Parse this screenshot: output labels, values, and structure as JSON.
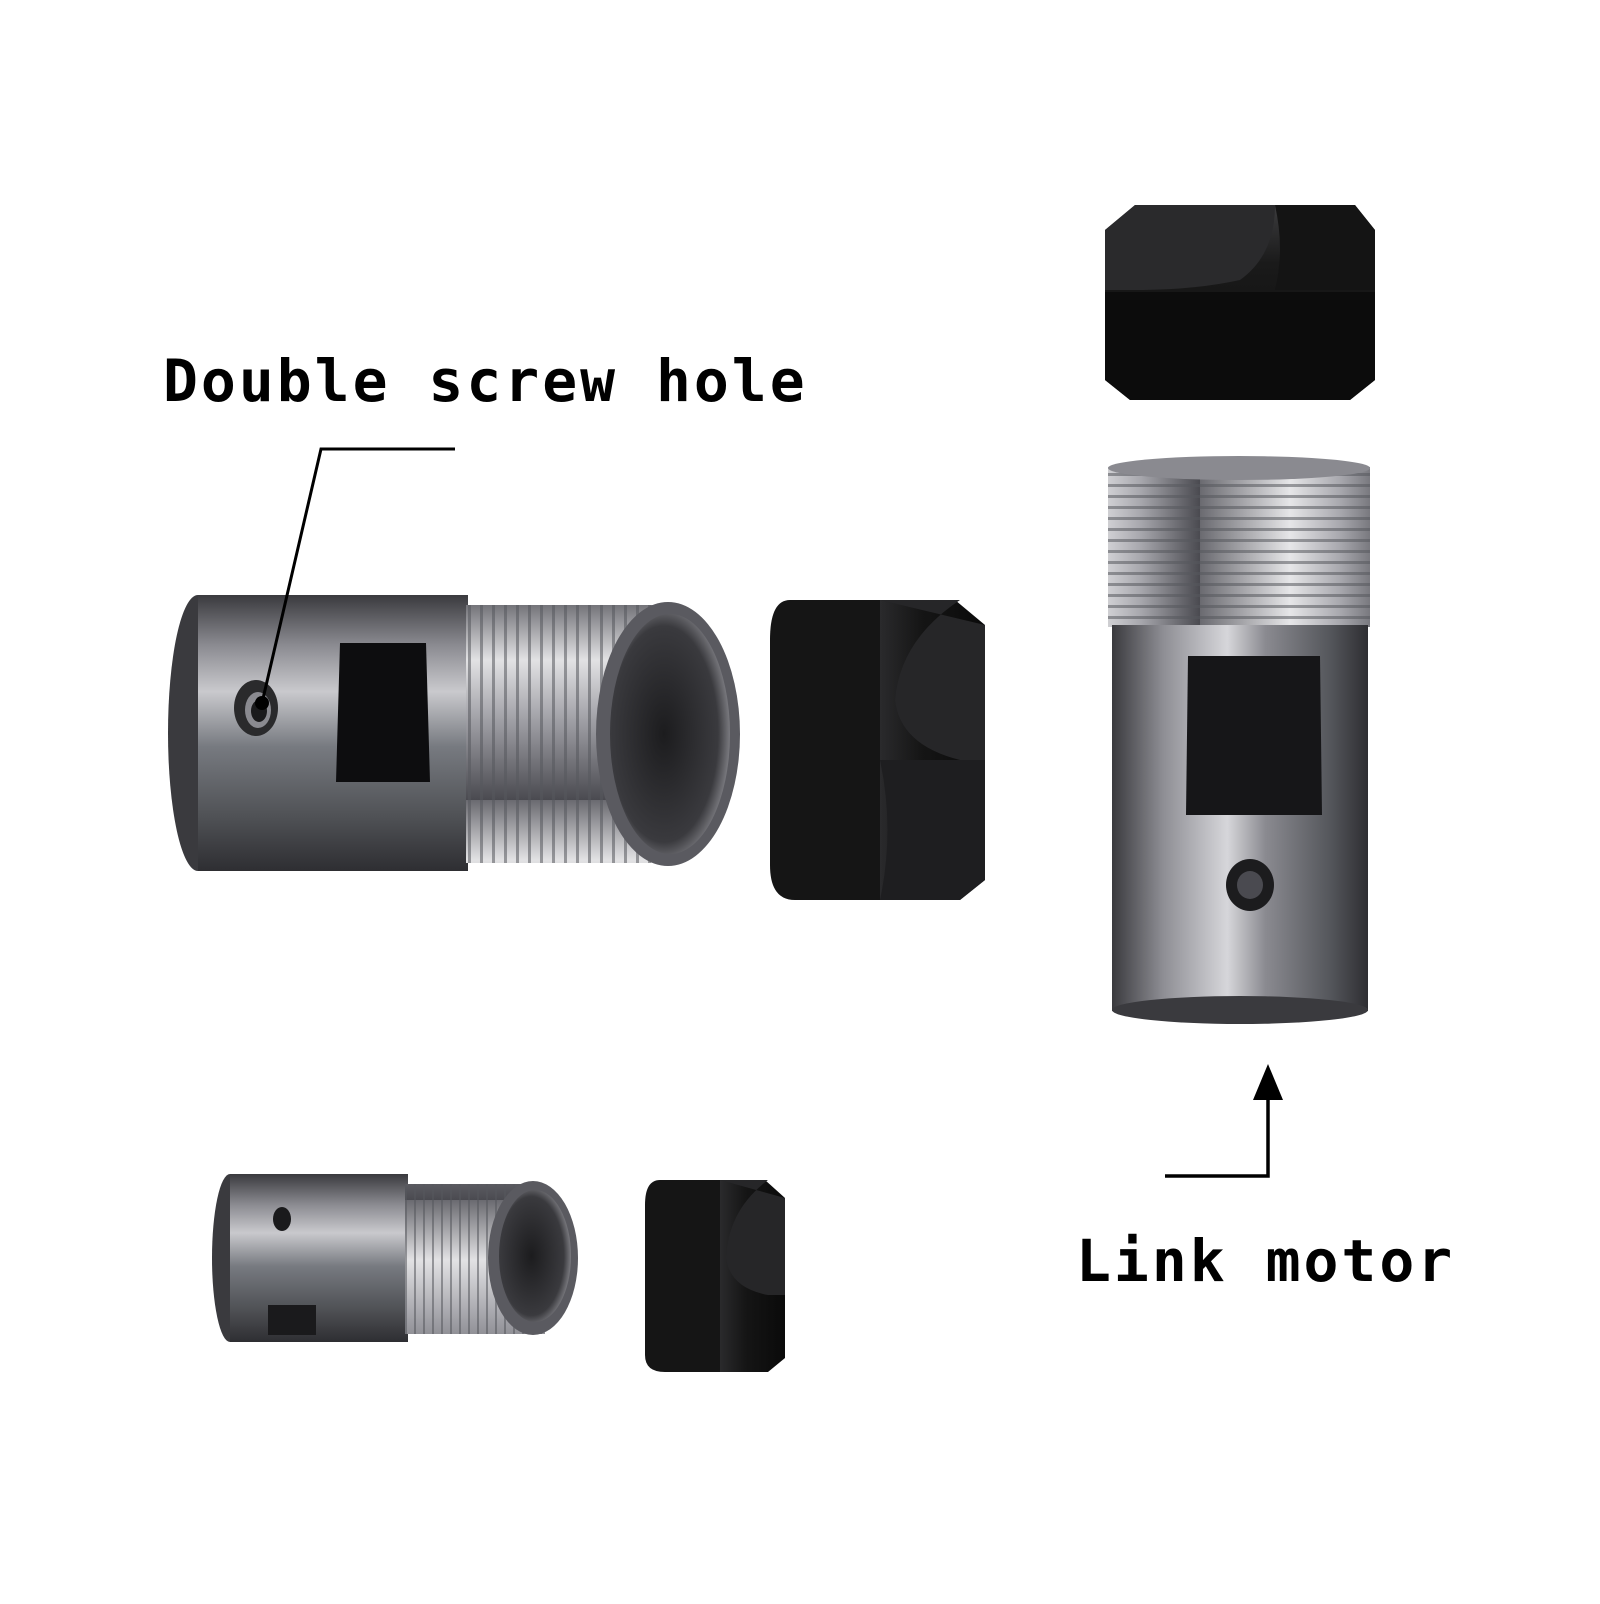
{
  "annotations": {
    "screw_hole": "Double screw hole",
    "link_motor": "Link motor"
  },
  "parts": {
    "large_sleeve": "threaded-sleeve-with-double-screw-hole",
    "large_nut": "hex-collet-nut",
    "upright_shaft": "motor-link-shaft",
    "upright_nut": "hex-collet-nut",
    "small_sleeve": "small-threaded-sleeve",
    "small_nut": "small-hex-nut"
  },
  "colors": {
    "background": "#ffffff",
    "steel_dark": "#4a4a4e",
    "steel_light": "#c8c8cc",
    "nut_black": "#111111",
    "text": "#000000"
  }
}
